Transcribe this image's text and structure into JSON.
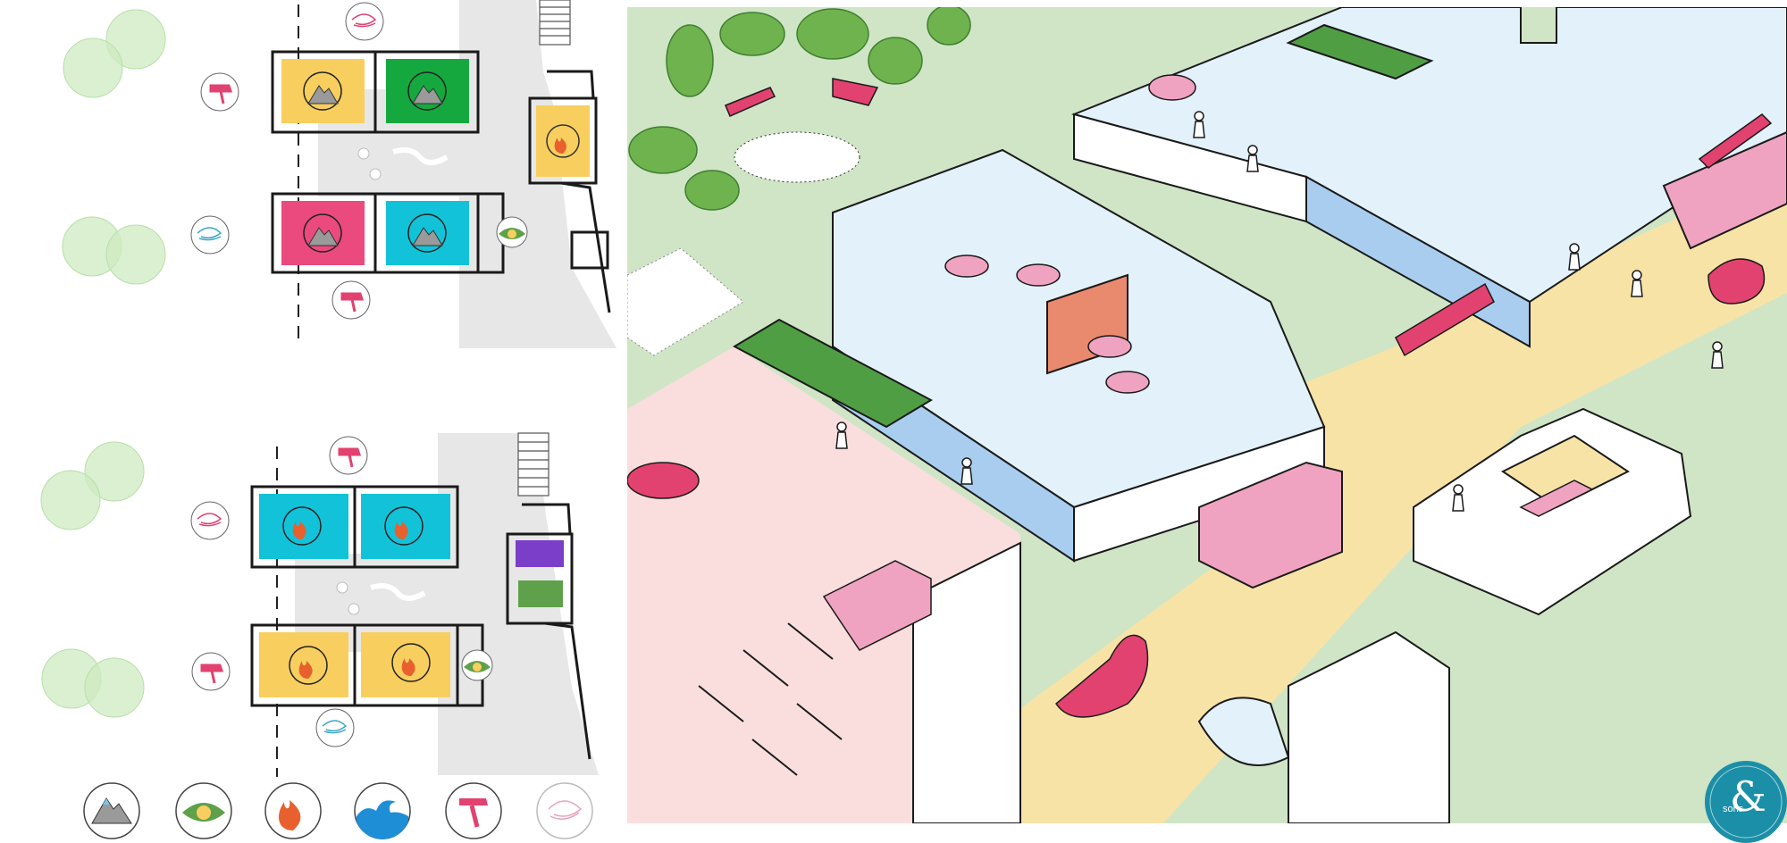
{
  "image": {
    "description_labels": {
      "top_plan": "zone-plan-upper",
      "bottom_plan": "zone-plan-lower",
      "axonometric": "axonometric-illustration"
    }
  },
  "colors": {
    "yellow": "#f8cf5e",
    "green": "#14a83f",
    "pink": "#ea4a7e",
    "cyan": "#12c2d8",
    "purple": "#7b3ec9",
    "olive_green": "#5fa04a",
    "plan_grey": "#e7e7e7",
    "outline": "#1a1a1a",
    "tree_green": "#cdebc0",
    "axo_grass": "#cfe5c6",
    "axo_sand": "#f8e3a7",
    "axo_sky": "#e3f1fb",
    "axo_glass": "#a9cdef",
    "axo_pink": "#f0a3c0",
    "axo_pink_dark": "#e2426f",
    "axo_floor_pink": "#f9dedd",
    "axo_orange": "#e98a6f",
    "badge_blue": "#1b8fa7"
  },
  "icons": {
    "legend": [
      "mountain-icon",
      "eye-icon",
      "fire-icon",
      "wave-icon",
      "hammer-icon",
      "swirl-icon"
    ]
  },
  "badge": {
    "text": "sons"
  }
}
